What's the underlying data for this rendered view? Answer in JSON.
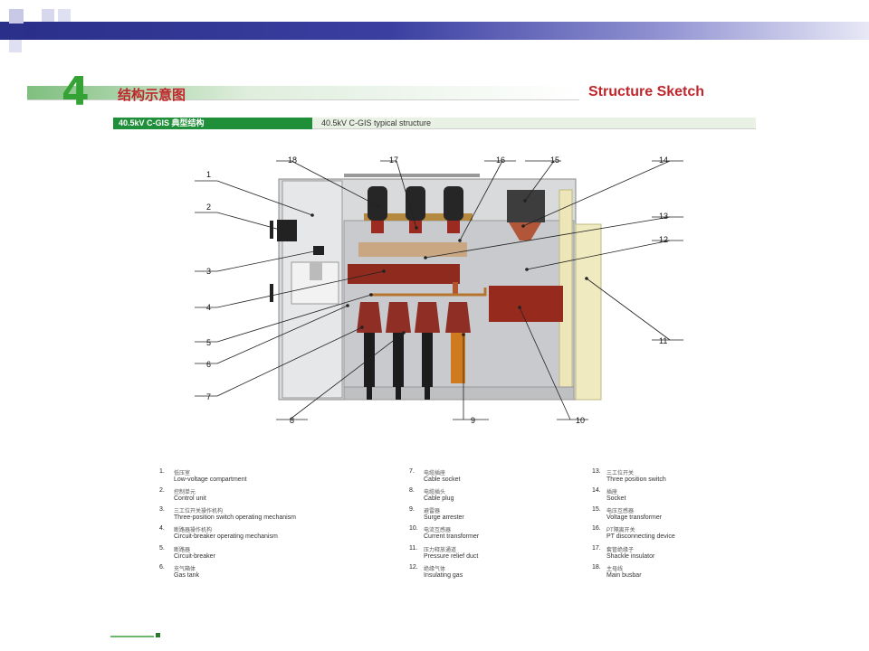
{
  "header": {
    "section_number": "4",
    "title_cn": "结构示意图",
    "title_en": "Structure Sketch"
  },
  "subheader": {
    "left": "40.5kV C-GIS 典型结构",
    "right": "40.5kV C-GIS  typical structure"
  },
  "callouts": [
    "1",
    "2",
    "3",
    "4",
    "5",
    "6",
    "7",
    "8",
    "9",
    "10",
    "11",
    "12",
    "13",
    "14",
    "15",
    "16",
    "17",
    "18"
  ],
  "legend": [
    {
      "num": "1.",
      "cn": "低压室",
      "en": "Low-voltage compartment"
    },
    {
      "num": "2.",
      "cn": "控制单元",
      "en": "Control unit"
    },
    {
      "num": "3.",
      "cn": "三工位开关操作机构",
      "en": "Three-position switch operating mechanism"
    },
    {
      "num": "4.",
      "cn": "断路器操作机构",
      "en": "Circuit-breaker operating mechanism"
    },
    {
      "num": "5.",
      "cn": "断路器",
      "en": "Circuit-breaker"
    },
    {
      "num": "6.",
      "cn": "充气箱体",
      "en": "Gas tank"
    },
    {
      "num": "7.",
      "cn": "电缆插座",
      "en": "Cable socket"
    },
    {
      "num": "8.",
      "cn": "电缆插头",
      "en": "Cable plug"
    },
    {
      "num": "9.",
      "cn": "避雷器",
      "en": "Surge arrester"
    },
    {
      "num": "10.",
      "cn": "电流互感器",
      "en": "Current transformer"
    },
    {
      "num": "11.",
      "cn": "压力释放通道",
      "en": "Pressure relief duct"
    },
    {
      "num": "12.",
      "cn": "绝缘气体",
      "en": "Insulating gas"
    },
    {
      "num": "13.",
      "cn": "三工位开关",
      "en": "Three position switch"
    },
    {
      "num": "14.",
      "cn": "插座",
      "en": "Socket"
    },
    {
      "num": "15.",
      "cn": "电压互感器",
      "en": "Voltage transformer"
    },
    {
      "num": "16.",
      "cn": "PT隔离开关",
      "en": "PT disconnecting device"
    },
    {
      "num": "17.",
      "cn": "套管绝缘子",
      "en": "Shackle insulator"
    },
    {
      "num": "18.",
      "cn": "主母线",
      "en": "Main busbar"
    }
  ],
  "colors": {
    "accent_green": "#35a235",
    "title_red": "#c0272d",
    "banner_blue": "#2a2f8a"
  }
}
